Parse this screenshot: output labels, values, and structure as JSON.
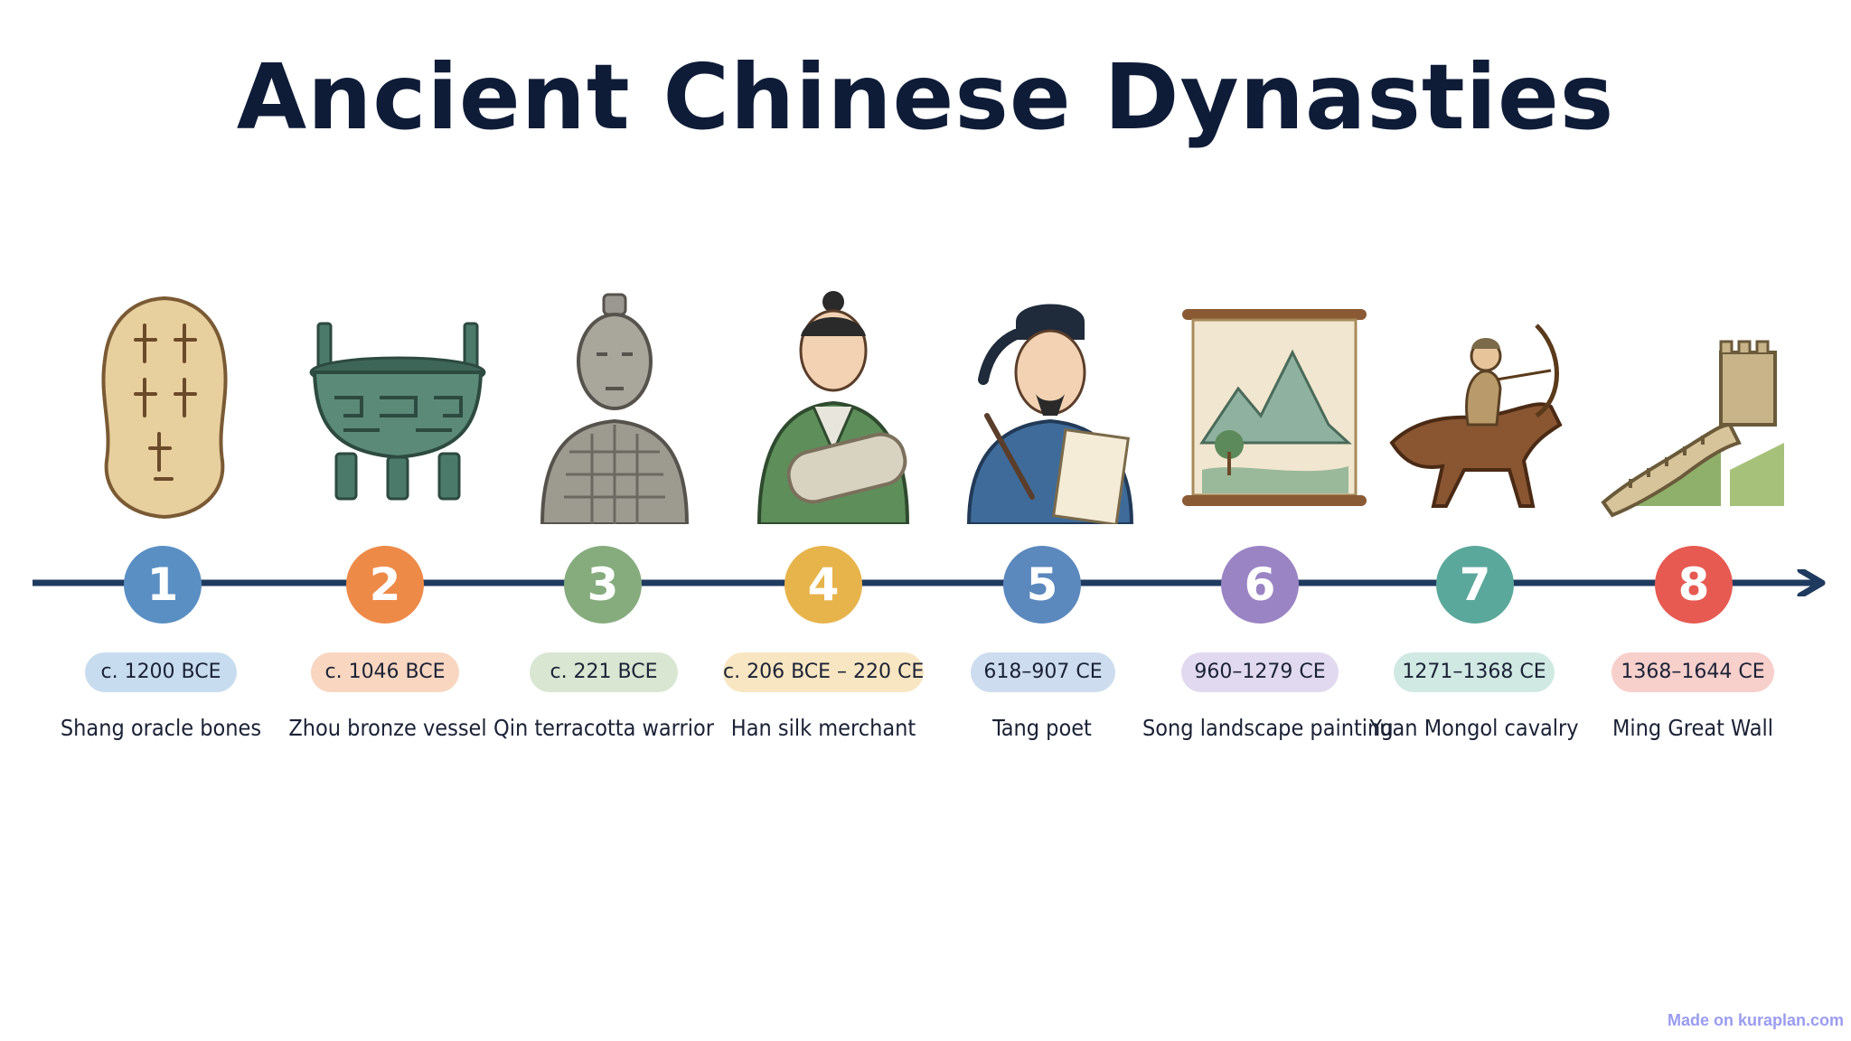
{
  "title": "Ancient Chinese Dynasties",
  "watermark": "Made on kuraplan.com",
  "colors": {
    "axis": "#1f3a5f",
    "title": "#0f1c38"
  },
  "events": [
    {
      "number": "1",
      "date": "c. 1200 BCE",
      "label": "Shang oracle bones",
      "icon": "oracle-bone-icon",
      "marker_color": "#5a8fc4",
      "pill_color": "#c8dcef"
    },
    {
      "number": "2",
      "date": "c. 1046 BCE",
      "label": "Zhou bronze vessel",
      "icon": "bronze-vessel-icon",
      "marker_color": "#ee8a48",
      "pill_color": "#f9d6c0"
    },
    {
      "number": "3",
      "date": "c. 221 BCE",
      "label": "Qin terracotta warrior",
      "icon": "terracotta-warrior-icon",
      "marker_color": "#86ac7e",
      "pill_color": "#d8e6d2"
    },
    {
      "number": "4",
      "date": "c. 206 BCE – 220 CE",
      "label": "Han silk merchant",
      "icon": "silk-merchant-icon",
      "marker_color": "#e7b44c",
      "pill_color": "#f8e6c2"
    },
    {
      "number": "5",
      "date": "618–907 CE",
      "label": "Tang poet",
      "icon": "poet-icon",
      "marker_color": "#5b88bd",
      "pill_color": "#cddcee"
    },
    {
      "number": "6",
      "date": "960–1279 CE",
      "label": "Song landscape painting",
      "icon": "landscape-scroll-icon",
      "marker_color": "#9b84c4",
      "pill_color": "#e1d9ef"
    },
    {
      "number": "7",
      "date": "1271–1368 CE",
      "label": "Yuan Mongol cavalry",
      "icon": "horse-archer-icon",
      "marker_color": "#5aa89b",
      "pill_color": "#d0e9e3"
    },
    {
      "number": "8",
      "date": "1368–1644 CE",
      "label": "Ming Great Wall",
      "icon": "great-wall-icon",
      "marker_color": "#e65a52",
      "pill_color": "#f7cfcb"
    }
  ]
}
